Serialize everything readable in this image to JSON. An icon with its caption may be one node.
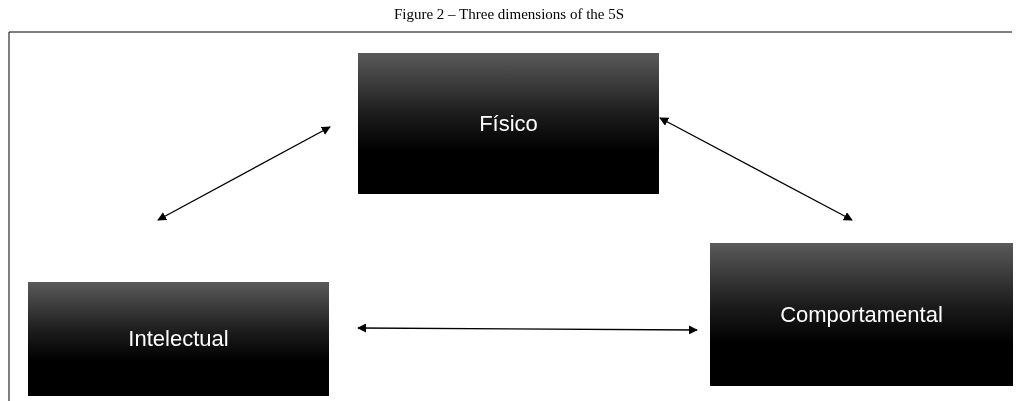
{
  "diagram": {
    "title": "Figure 2 – Three dimensions of the 5S",
    "nodes": [
      {
        "text": [
          "Físico"
        ]
      },
      {
        "text": [
          "Intelectual"
        ]
      },
      {
        "text": [
          "Comportamental"
        ]
      }
    ],
    "edges": [
      {
        "from": 1,
        "to": 0,
        "arrow": "both"
      },
      {
        "from": 0,
        "to": 2,
        "arrow": "both"
      },
      {
        "from": 1,
        "to": 2,
        "arrow": "both"
      }
    ]
  }
}
